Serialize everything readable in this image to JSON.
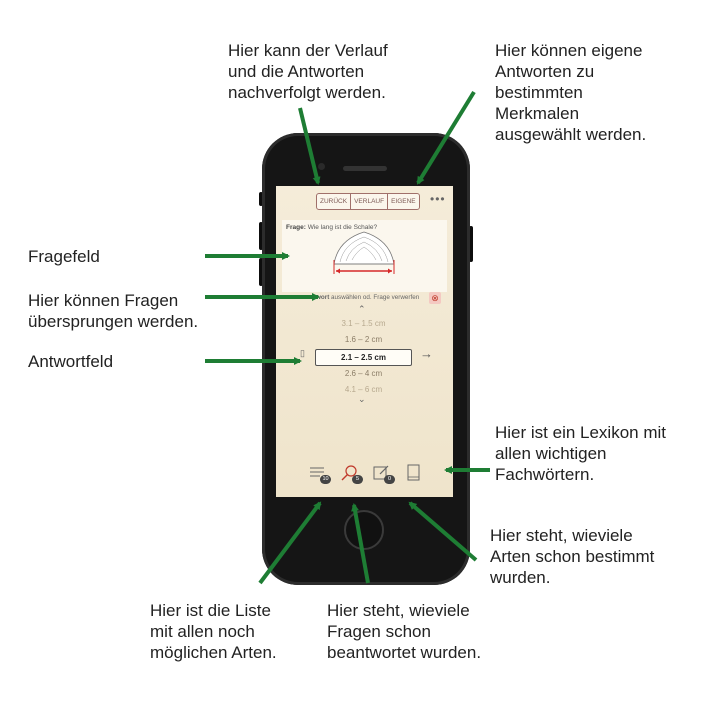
{
  "annotations": {
    "verlauf": "Hier kann der Verlauf\nund die Antworten\nnachverfolgt werden.",
    "eigene": "Hier können eigene\nAntworten zu\nbestimmten\nMerkmalen\nausgewählt werden.",
    "fragefeld": "Fragefeld",
    "ueberspringen": "Hier können Fragen\nübersprungen werden.",
    "antwortfeld": "Antwortfeld",
    "lexikon": "Hier ist ein Lexikon mit\nallen wichtigen\nFachwörtern.",
    "arten_bestimmt": "Hier steht, wieviele\nArten schon bestimmt\nwurden.",
    "liste": "Hier ist die Liste\nmit allen noch\nmöglichen Arten.",
    "fragen_beantwortet": "Hier steht, wieviele\nFragen schon\nbeantwortet wurden."
  },
  "app": {
    "tabs": [
      "ZURÜCK",
      "VERLAUF",
      "EIGENE"
    ],
    "menu": "•••",
    "question_label": "Frage:",
    "question_text": "Wie lang ist die Schale?",
    "skip_bold": "wort",
    "skip_text": " auswählen od. Frage verwerfen",
    "skip_icon": "⊗",
    "answers": [
      "3.1 – 1.5 cm",
      "1.6 – 2 cm",
      "2.1 – 2.5 cm",
      "2.6 – 4 cm",
      "4.1 – 6 cm"
    ],
    "selected_index": 2,
    "chevron_up": "⌃",
    "chevron_down": "⌄",
    "submit_arrow": "→",
    "thumb": "▯",
    "badges": {
      "list": "10",
      "questions": "5",
      "species": "0"
    }
  },
  "colors": {
    "arrow": "#1e7d34",
    "accent": "#c0392b",
    "screen": "#f2e8d2"
  }
}
